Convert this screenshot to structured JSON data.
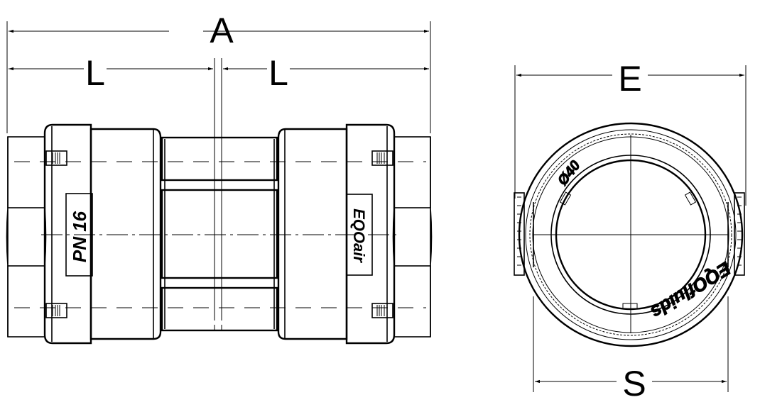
{
  "drawing": {
    "dimensions": {
      "overall_length": {
        "label": "A"
      },
      "half_length_left": {
        "label": "L"
      },
      "half_length_right": {
        "label": "L"
      },
      "outer_diameter": {
        "label": "E"
      },
      "wrench_size": {
        "label": "S"
      }
    },
    "side_view": {
      "pressure_marking": "PN 16",
      "brand_marking": "EQO",
      "brand_suffix": "air"
    },
    "end_view": {
      "size_marking": "Ø40",
      "brand_marking": "EQOfluids"
    },
    "colors": {
      "line": "#000000",
      "background": "#ffffff"
    }
  }
}
